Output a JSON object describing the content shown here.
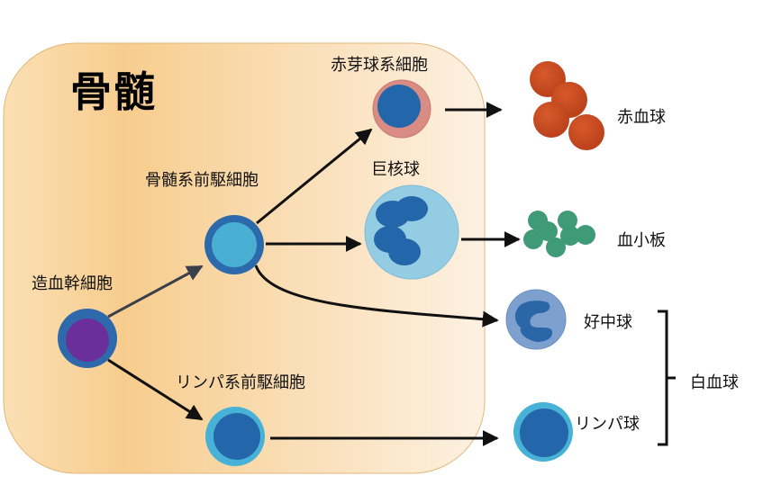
{
  "diagram": {
    "region_title": "骨髄",
    "colors": {
      "region_fill_left": "#f7cd8e",
      "region_fill_right": "#fdf1e2",
      "region_border": "#e3b67a",
      "stem_cell_outer": "#2e6aab",
      "stem_cell_inner": "#6a2f9b",
      "myeloid_outer": "#2d6aac",
      "myeloid_inner": "#49afd3",
      "erythroblast_outer": "#d98c84",
      "erythroblast_inner": "#2466aa",
      "megakaryocyte_body": "#93cce3",
      "megakaryocyte_nucleus": "#2466aa",
      "rbc": "#c7481f",
      "platelet": "#3f9a78",
      "neutrophil_body": "#7ea0cf",
      "neutrophil_nucleus": "#2a66a8",
      "lymph_outer": "#48b2d6",
      "lymph_inner": "#2466aa",
      "arrow": "#111111"
    },
    "nodes": {
      "stem_cell": {
        "label": "造血幹細胞"
      },
      "myeloid_progenitor": {
        "label": "骨髄系前駆細胞"
      },
      "lymphoid_progenitor": {
        "label": "リンパ系前駆細胞"
      },
      "erythroblast": {
        "label": "赤芽球系細胞"
      },
      "megakaryocyte": {
        "label": "巨核球"
      },
      "red_blood_cell": {
        "label": "赤血球"
      },
      "platelet": {
        "label": "血小板"
      },
      "neutrophil": {
        "label": "好中球"
      },
      "lymphocyte": {
        "label": "リンパ球"
      }
    },
    "group": {
      "label": "白血球",
      "members": [
        "好中球",
        "リンパ球"
      ]
    },
    "edges": [
      {
        "from": "造血幹細胞",
        "to": "骨髄系前駆細胞"
      },
      {
        "from": "造血幹細胞",
        "to": "リンパ系前駆細胞"
      },
      {
        "from": "骨髄系前駆細胞",
        "to": "赤芽球系細胞"
      },
      {
        "from": "骨髄系前駆細胞",
        "to": "巨核球"
      },
      {
        "from": "骨髄系前駆細胞",
        "to": "好中球"
      },
      {
        "from": "赤芽球系細胞",
        "to": "赤血球"
      },
      {
        "from": "巨核球",
        "to": "血小板"
      },
      {
        "from": "リンパ系前駆細胞",
        "to": "リンパ球"
      }
    ]
  }
}
